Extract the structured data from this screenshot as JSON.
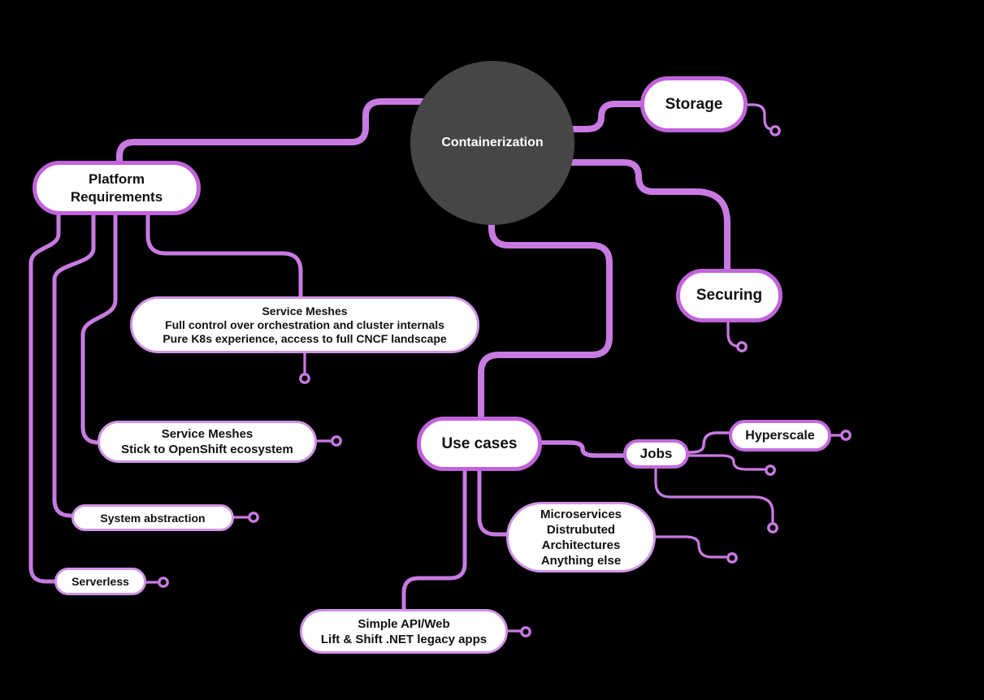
{
  "diagram": {
    "type": "mindmap",
    "center": {
      "label": "Containerization"
    },
    "colors": {
      "background": "#000000",
      "connector_line": "#c87ae2",
      "node_border_major": "#c263dc",
      "node_border_mid": "#c46add",
      "node_border_leaf": "#d094e6",
      "node_fill": "#ffffff",
      "node_text": "#111111",
      "center_fill": "#464646",
      "center_text": "#ffffff"
    },
    "nodes": {
      "storage": {
        "label": "Storage"
      },
      "platform_requirements": {
        "lines": [
          "Platform",
          "Requirements"
        ]
      },
      "securing": {
        "label": "Securing"
      },
      "use_cases": {
        "label": "Use cases"
      },
      "jobs": {
        "label": "Jobs"
      },
      "hyperscale": {
        "label": "Hyperscale"
      },
      "service_meshes_full": {
        "lines": [
          "Service Meshes",
          "Full control over orchestration and cluster internals",
          "Pure K8s experience, access to full CNCF landscape"
        ]
      },
      "service_meshes_openshift": {
        "lines": [
          "Service Meshes",
          "Stick to OpenShift ecosystem"
        ]
      },
      "system_abstraction": {
        "label": "System abstraction"
      },
      "serverless": {
        "label": "Serverless"
      },
      "microservices": {
        "lines": [
          "Microservices",
          "Distrubuted",
          "Architectures",
          "Anything else"
        ]
      },
      "simple_api_web": {
        "lines": [
          "Simple API/Web",
          "Lift & Shift .NET legacy apps"
        ]
      }
    },
    "edges": [
      "containerization-storage",
      "containerization-securing",
      "containerization-platform-requirements",
      "containerization-use-cases",
      "platform-requirements-serverless",
      "platform-requirements-system-abstraction",
      "platform-requirements-service-meshes-openshift",
      "platform-requirements-service-meshes-full",
      "use-cases-jobs",
      "use-cases-simple-api-web",
      "use-cases-microservices",
      "jobs-hyperscale",
      "jobs-terminal-right",
      "jobs-terminal-bottom",
      "storage-terminal",
      "securing-terminal",
      "service-meshes-full-terminal",
      "service-meshes-openshift-terminal",
      "system-abstraction-terminal",
      "serverless-terminal",
      "hyperscale-terminal",
      "microservices-terminal",
      "simple-api-web-terminal"
    ]
  }
}
